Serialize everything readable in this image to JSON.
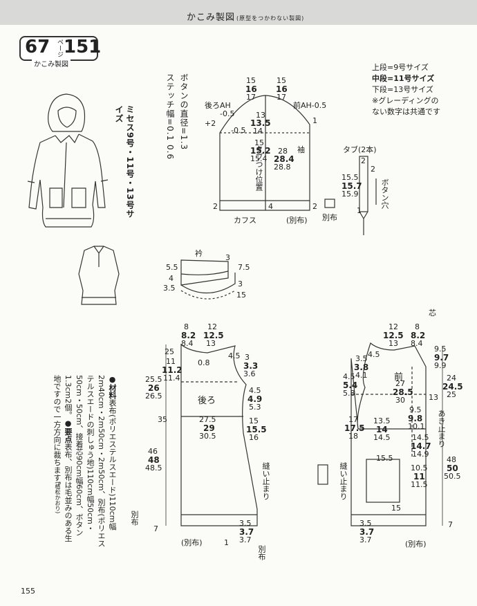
{
  "header": {
    "title": "かこみ製図",
    "subtitle": "(原型をつかわない製図)"
  },
  "badge": {
    "page": "67",
    "peiji": "ページ",
    "number": "151",
    "caption": "かこみ製図"
  },
  "size_legend": {
    "line1": "上段=9号サイズ",
    "line2": "中段=11号サイズ",
    "line3": "下段=13号サイズ",
    "line4": "※グレーディングの",
    "line5": "ない数字は共通です"
  },
  "sizes_vertical": "ミセス9号・11号・13号サイズ",
  "button_note": "ボタンの直径=1.3",
  "stitch_note": "ステッチ幅=0.1 0.6",
  "materials": {
    "head": "●材料",
    "body": "表布(ポリエステルスエード)110cm幅2m40cm・2m50cm・2m50cm、別布(ポリエステルスエードの刺しゅう地)110cm幅50cm・50cm・50cm、接着芯90cm幅60cm、ボタン1.3cm2個。",
    "points_head": "●要点",
    "points_body": "表布、別布は毛並みのある生地ですので一方方向に裁ちます。"
  },
  "credit": "(植松かおり)",
  "page_number": "155",
  "labels": {
    "back_ah": "後ろAH",
    "front_ah": "前AH-0.5",
    "sleeve": "袖",
    "cuff": "カフス",
    "separate_cloth": "(別布)",
    "separate_cloth2": "別布",
    "tab_title": "タブ(2本)",
    "buttonhole": "ボタン穴",
    "tab_position": "タブつけ位置",
    "collar": "衿",
    "back": "後ろ",
    "front": "前",
    "stitch_stop": "縫い止まり",
    "opening_stop": "あき止まり",
    "interfacing": "芯"
  },
  "numbers": {
    "s_top1": "15",
    "s_top2": "16",
    "s_top3": "17",
    "s_top4": "15",
    "s_top5": "16",
    "s_top6": "17",
    "s_m05a": "-0.5",
    "s_m05b": "-0.5",
    "s_13": "13",
    "s_135": "13.5",
    "s_14": "14",
    "s_152": "15.2",
    "s_154": "15.4",
    "s_15b": "15",
    "s_28": "28",
    "s_284": "28.4",
    "s_288": "28.8",
    "s_plus2": "+2",
    "s_1": "1",
    "s_2a": "2",
    "s_4": "4",
    "s_2b": "2",
    "t_155": "15.5",
    "t_157": "15.7",
    "t_159": "15.9",
    "t_2a": "2",
    "t_2b": "2",
    "t_1": "1",
    "c_55": "5.5",
    "c_4": "4",
    "c_35": "3.5",
    "c_3": "3",
    "c_75": "7.5",
    "c_3b": "3",
    "c_15": "15",
    "b_8a": "8",
    "b_82": "8.2",
    "b_84": "8.4",
    "b_12": "12",
    "b_125": "12.5",
    "b_13": "13",
    "b_25": "25",
    "b_11": "11",
    "b_112": "11.2",
    "b_114": "11.4",
    "b_08": "0.8",
    "b_3": "3",
    "b_33": "3.3",
    "b_36": "3.6",
    "b_45": "4.5",
    "b_255": "25.5",
    "b_26": "26",
    "b_265": "26.5",
    "b_45b": "4.5",
    "b_49": "4.9",
    "b_53": "5.3",
    "b_35": "35",
    "b_275": "27.5",
    "b_29": "29",
    "b_305": "30.5",
    "b_15": "15",
    "b_155": "15.5",
    "b_16": "16",
    "b_46": "46",
    "b_48": "48",
    "b_485": "48.5",
    "b_35b": "3.5",
    "b_37": "3.7",
    "b_37b": "3.7",
    "b_1": "1",
    "b_7": "7",
    "f_12": "12",
    "f_125": "12.5",
    "f_13": "13",
    "f_8": "8",
    "f_82": "8.2",
    "f_84": "8.4",
    "f_95": "9.5",
    "f_97": "9.7",
    "f_99": "9.9",
    "f_35": "3.5",
    "f_38": "3.8",
    "f_41": "4.1",
    "f_45": "4.5",
    "f_24": "24",
    "f_245": "24.5",
    "f_25": "25",
    "f_54": "5.4",
    "f_58": "5.8",
    "f_27": "27",
    "f_285": "28.5",
    "f_30": "30",
    "f_13b": "13",
    "f_95b": "9.5",
    "f_98": "9.8",
    "f_101": "10.1",
    "f_17": "17",
    "f_175": "17.5",
    "f_18": "18",
    "f_135": "13.5",
    "f_14": "14",
    "f_145": "14.5",
    "f_145b": "14.5",
    "f_147": "14.7",
    "f_149": "14.9",
    "f_155": "15.5",
    "f_105": "10.5",
    "f_11": "11",
    "f_115": "11.5",
    "f_48": "48",
    "f_50": "50",
    "f_505": "50.5",
    "f_15": "15",
    "f_35b": "3.5",
    "f_37": "3.7",
    "f_37b": "3.7",
    "f_7": "7"
  }
}
